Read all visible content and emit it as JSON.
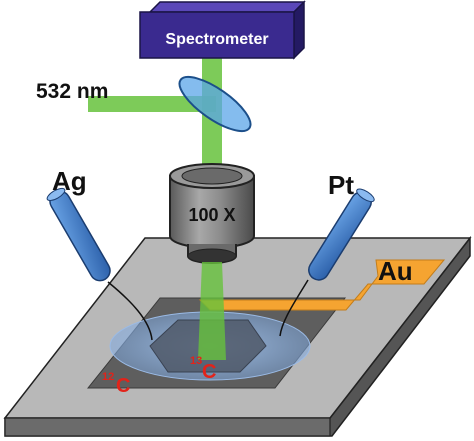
{
  "labels": {
    "spectrometer": "Spectrometer",
    "laser": "532 nm",
    "objective": "100 X",
    "ag_electrode": "Ag",
    "pt_electrode": "Pt",
    "au_electrode": "Au",
    "isotope_12c_mass": "12",
    "isotope_12c_symbol": "C",
    "isotope_13c_mass": "13",
    "isotope_13c_symbol": "C"
  },
  "colors": {
    "spectrometer": "#3a2a8f",
    "laser_beam": "#66c23c",
    "filter": "#5ba6e8",
    "objective_body": "#7d7d7d",
    "electrode": "#3d78c4",
    "gold_pad": "#f5a431",
    "substrate": "#b9b9b9",
    "isotope_label": "#e2231a"
  }
}
